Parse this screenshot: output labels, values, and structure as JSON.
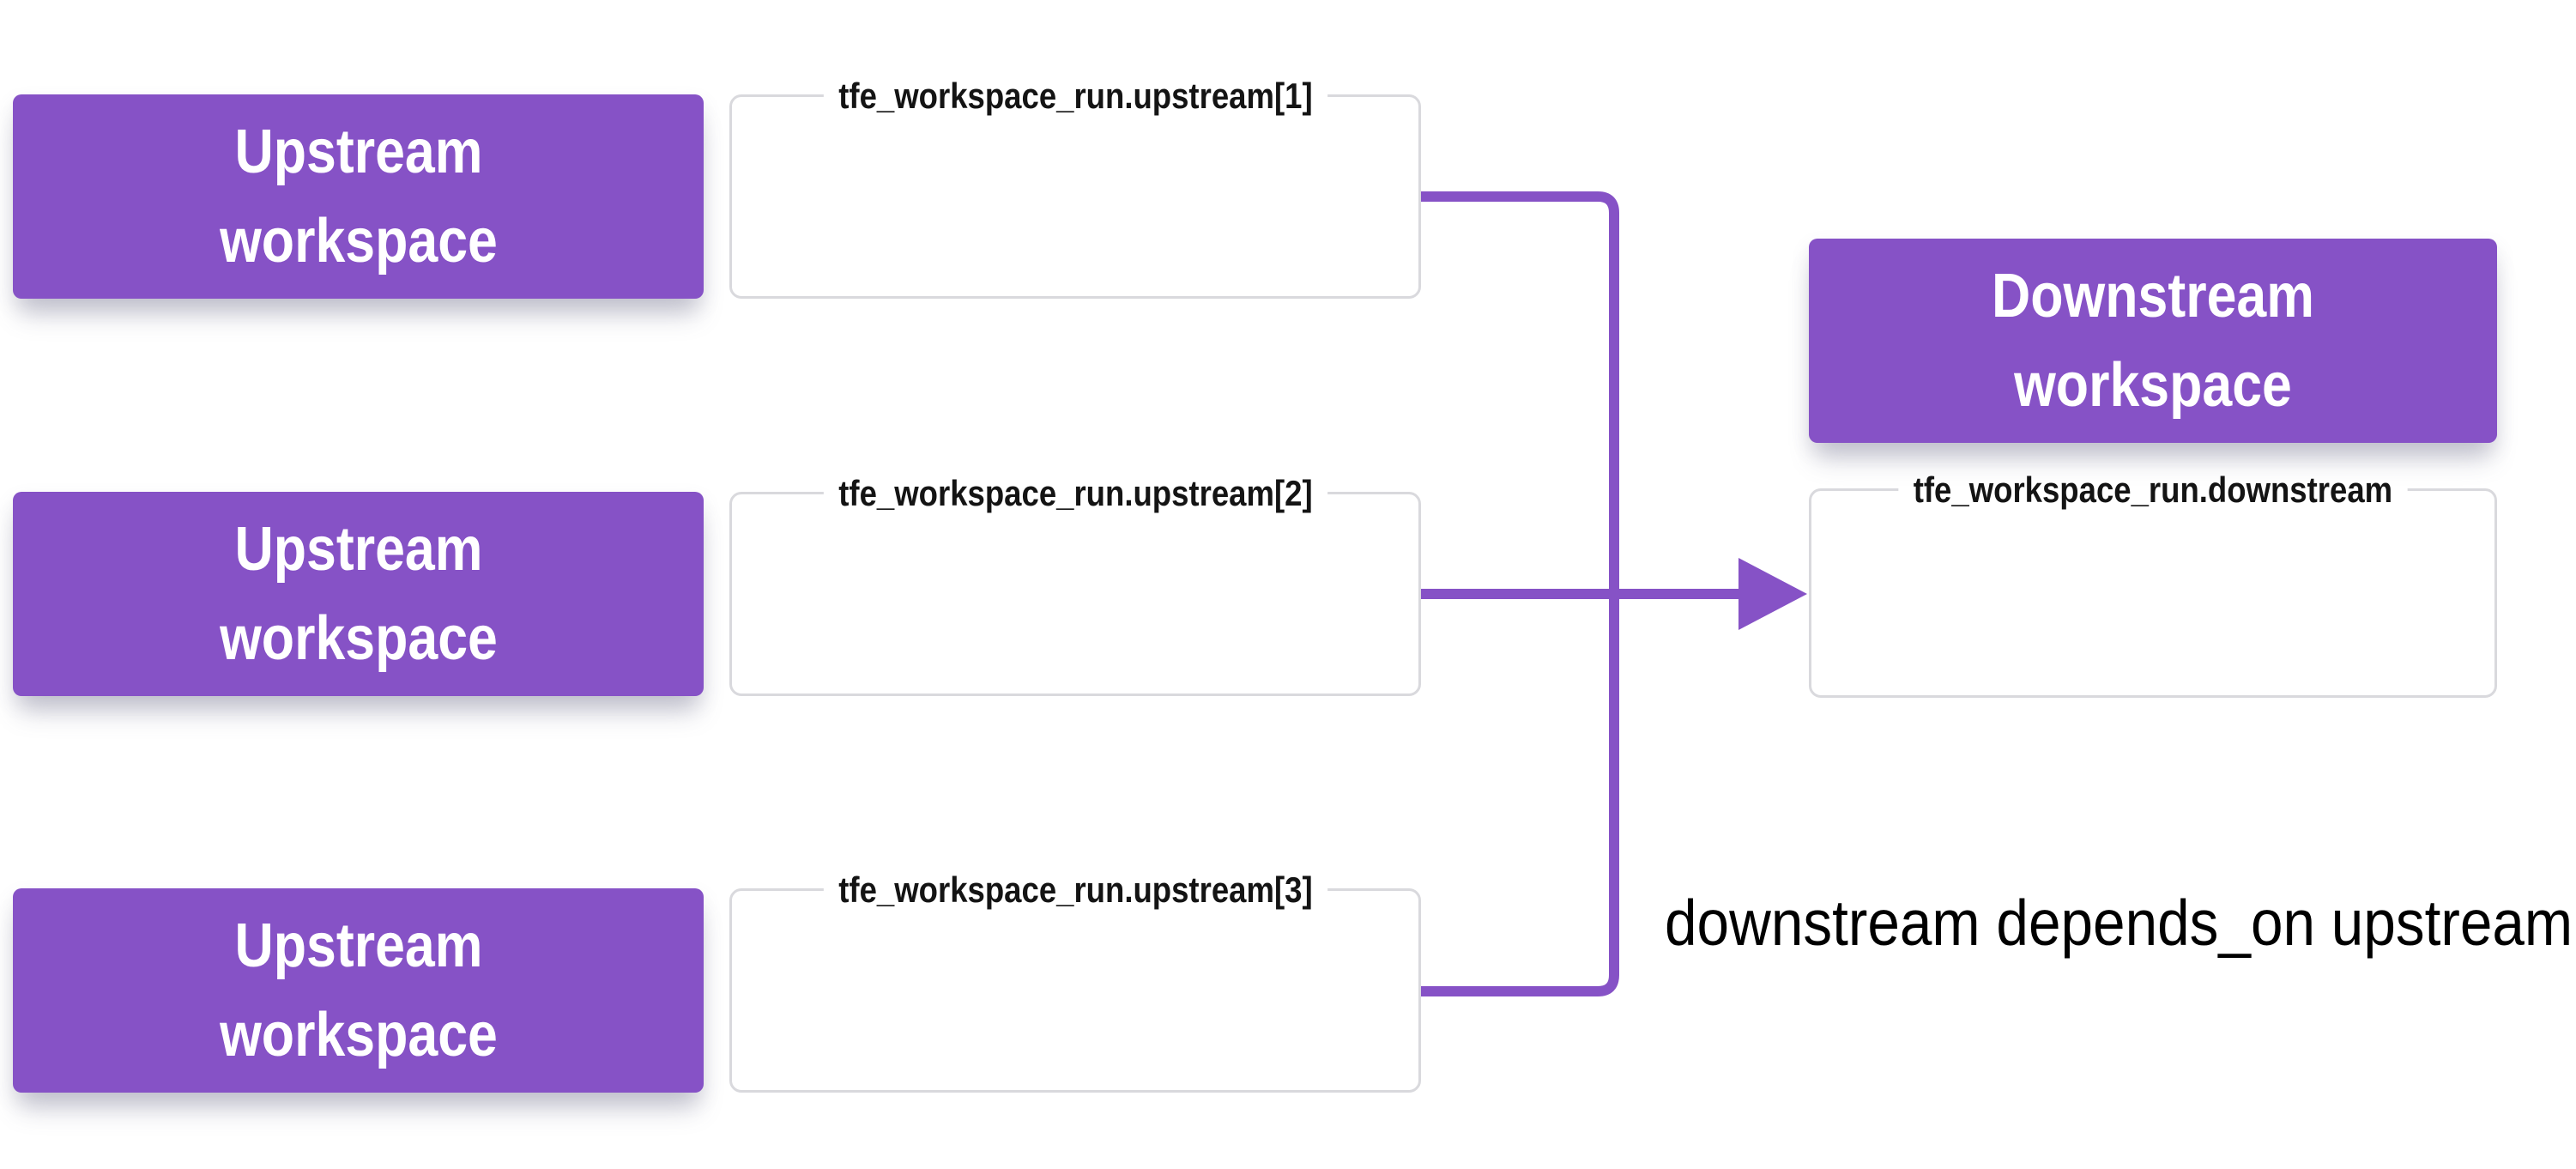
{
  "colors": {
    "accent": "#8652c6",
    "node_text": "#ffffff",
    "outline_border": "#d9d9dd",
    "label_text": "#141414",
    "caption_text": "#000000",
    "background": "#ffffff"
  },
  "diagram": {
    "upstream_nodes": [
      {
        "workspace_label": "Upstream workspace",
        "run_label": "tfe_workspace_run.upstream[1]"
      },
      {
        "workspace_label": "Upstream workspace",
        "run_label": "tfe_workspace_run.upstream[2]"
      },
      {
        "workspace_label": "Upstream workspace",
        "run_label": "tfe_workspace_run.upstream[3]"
      }
    ],
    "downstream_node": {
      "workspace_label": "Downstream workspace",
      "run_label": "tfe_workspace_run.downstream"
    },
    "caption": "downstream depends_on upstream"
  }
}
